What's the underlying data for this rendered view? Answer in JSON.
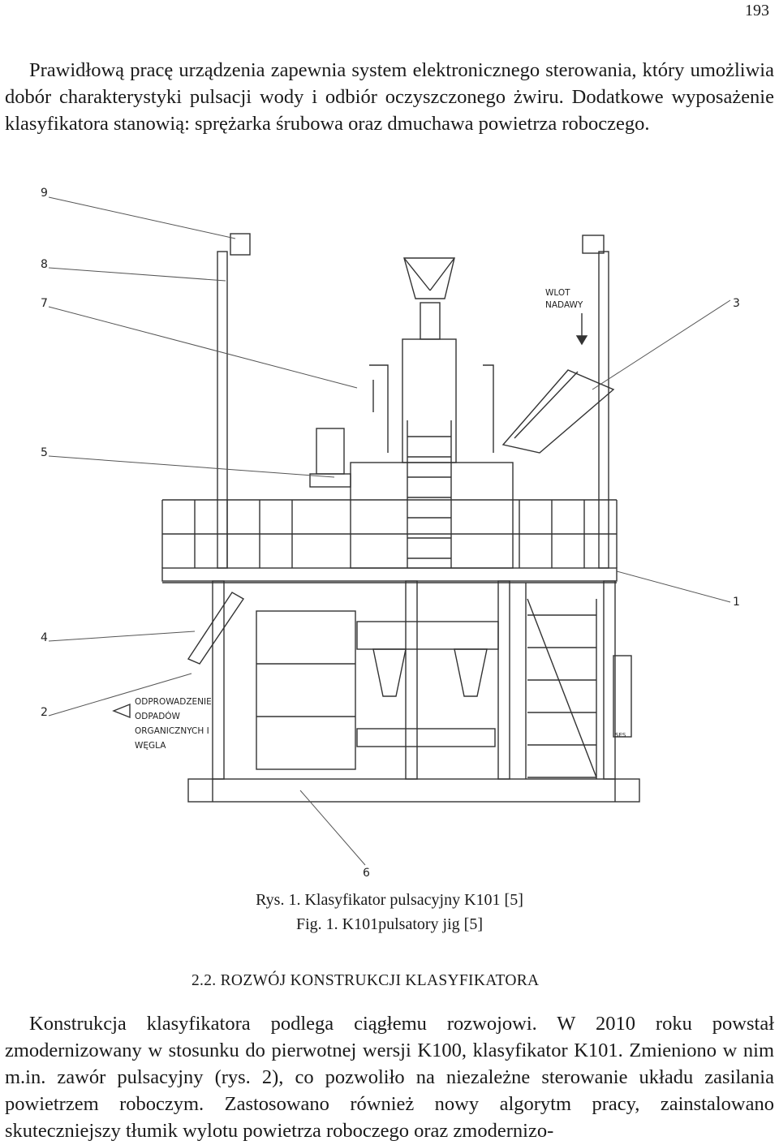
{
  "page_number": "193",
  "paragraph_1": "Prawidłową pracę urządzenia zapewnia system elektronicznego sterowania, który umożliwia dobór charakterystyki pulsacji wody i odbiór oczyszczonego żwiru. Dodatkowe wyposażenie klasyfikatora stanowią: sprężarka śrubowa oraz dmuchawa powietrza roboczego.",
  "figure": {
    "callouts": [
      "9",
      "8",
      "7",
      "5",
      "4",
      "2",
      "3",
      "1",
      "6"
    ],
    "label_inlet": [
      "WLOT",
      "NADAWY"
    ],
    "label_discharge": [
      "ODPROWADZENIE",
      "ODPADÓW",
      "ORGANICZNYCH I",
      "WĘGLA"
    ],
    "label_stamp": "SES",
    "caption_pl": "Rys. 1. Klasyfikator  pulsacyjny K101 [5]",
    "caption_en": "Fig. 1. K101pulsatory jig [5]"
  },
  "section_heading": "2.2.  ROZWÓJ KONSTRUKCJI KLASYFIKATORA",
  "paragraph_2": "Konstrukcja klasyfikatora podlega ciągłemu rozwojowi. W 2010 roku powstał zmodernizowany w stosunku do pierwotnej wersji K100, klasyfikator K101. Zmieniono w nim m.in. zawór pulsacyjny (rys. 2), co pozwoliło na niezależne sterowanie układu zasilania powietrzem roboczym. Zastosowano również nowy algorytm pracy, zainstalowano skuteczniejszy tłumik wylotu powietrza roboczego oraz zmodernizo-"
}
